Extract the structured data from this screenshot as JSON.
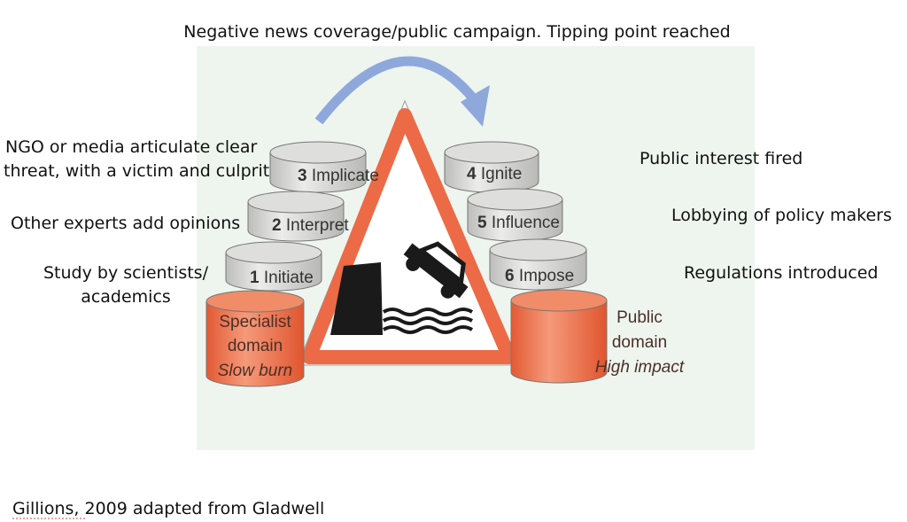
{
  "title": "Negative news coverage/public campaign. Tipping point reached",
  "left_labels": {
    "implicate_line1": "NGO or media articulate clear",
    "implicate_line2": "threat, with a victim and culprit",
    "interpret": "Other experts add opinions",
    "initiate_line1": "Study by scientists/",
    "initiate_line2": "academics"
  },
  "right_labels": {
    "ignite": "Public interest fired",
    "influence": "Lobbying of policy makers",
    "impose": "Regulations introduced"
  },
  "stages": [
    {
      "num": "1",
      "label": "Initiate"
    },
    {
      "num": "2",
      "label": "Interpret"
    },
    {
      "num": "3",
      "label": "Implicate"
    },
    {
      "num": "4",
      "label": "Ignite"
    },
    {
      "num": "5",
      "label": "Influence"
    },
    {
      "num": "6",
      "label": "Impose"
    }
  ],
  "domains": {
    "specialist": {
      "line1": "Specialist",
      "line2": "domain",
      "line3": "Slow burn"
    },
    "public": {
      "line1": "Public",
      "line2": "domain",
      "line3": "High impact"
    }
  },
  "citation": "Gillions, 2009 adapted from Gladwell",
  "colors": {
    "orange": "#ec6a45",
    "grey": "#d8d8d6",
    "arrow": "#8fa8dc",
    "panel": "#eef5ee"
  }
}
